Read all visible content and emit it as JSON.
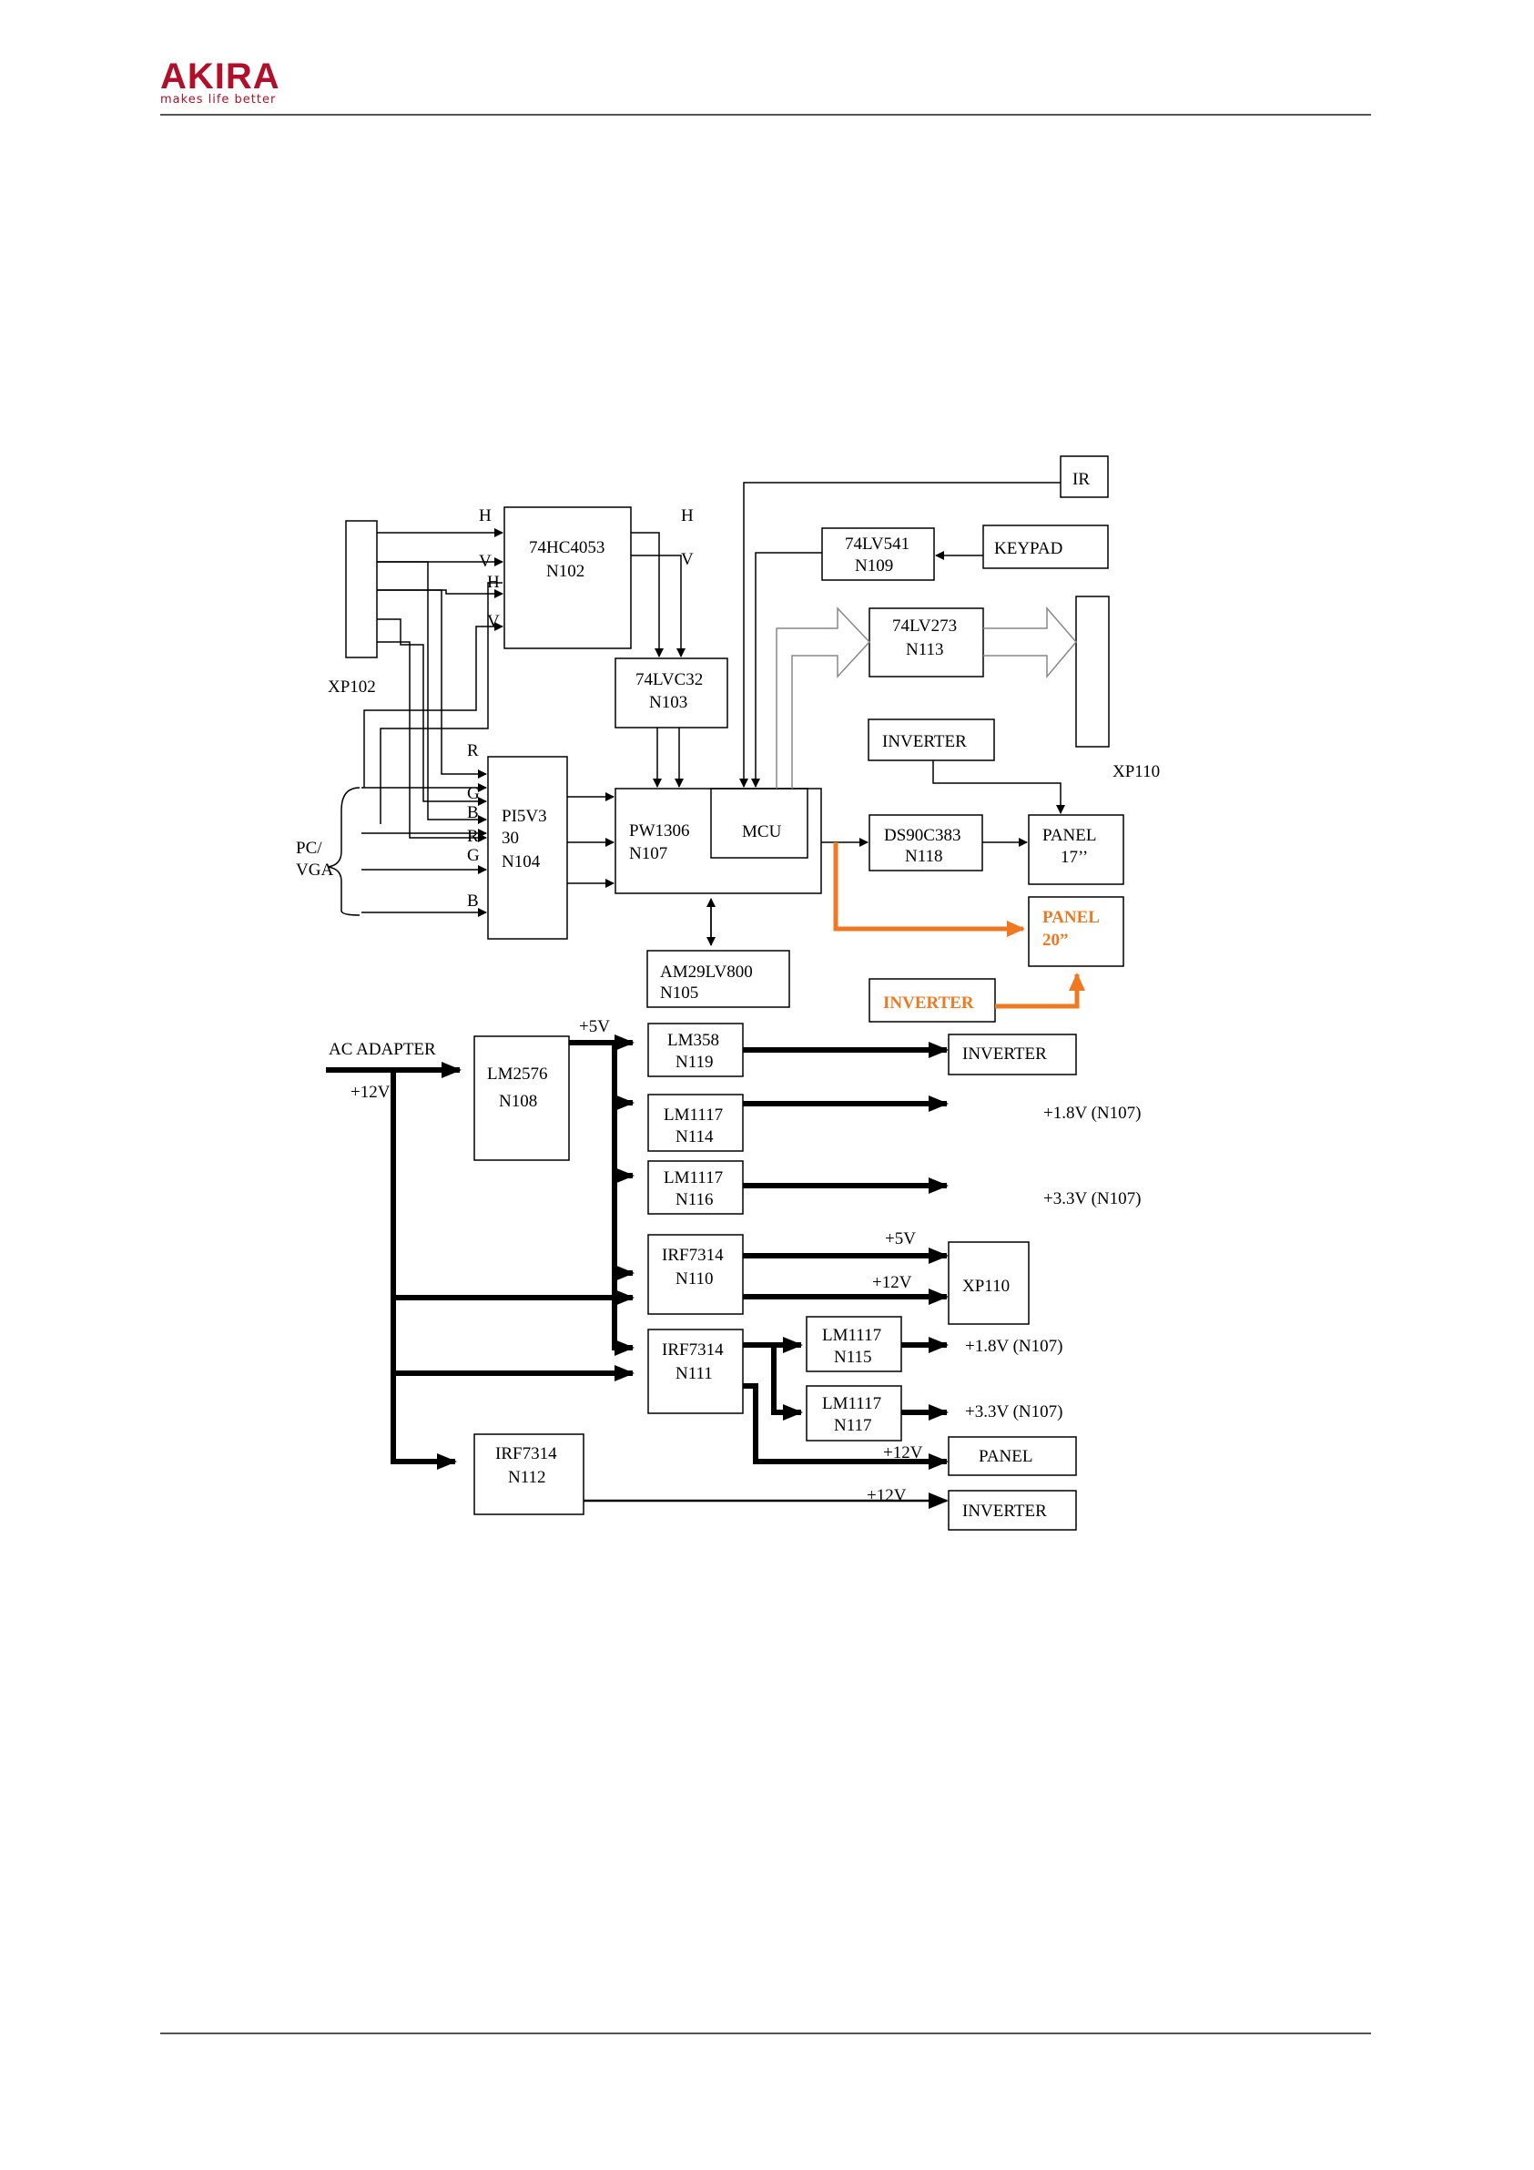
{
  "header": {
    "brand": "AKIRA",
    "tagline": "makes life better",
    "brand_color": "#b0102a"
  },
  "diagram": {
    "accent_color": "#f07820",
    "blocks": {
      "ir": "IR",
      "keypad": "KEYPAD",
      "n102_a": "74HC4053",
      "n102_b": "N102",
      "n109_a": "74LV541",
      "n109_b": "N109",
      "n113_a": "74LV273",
      "n113_b": "N113",
      "n103_a": "74LVC32",
      "n103_b": "N103",
      "inverter_top": "INVERTER",
      "n104_a": "PI5V3",
      "n104_b": "30",
      "n104_c": "N104",
      "n107_a": "PW1306",
      "n107_b": "N107",
      "mcu": "MCU",
      "n118_a": "DS90C383",
      "n118_b": "N118",
      "panel17_a": "PANEL",
      "panel17_b": "17’’",
      "panel20_a": "PANEL",
      "panel20_b": "20”",
      "inverter_orange": "INVERTER",
      "n105_a": "AM29LV800",
      "n105_b": "N105",
      "n108_a": "LM2576",
      "n108_b": "N108",
      "n119_a": "LM358",
      "n119_b": "N119",
      "n114_a": "LM1117",
      "n114_b": "N114",
      "n116_a": "LM1117",
      "n116_b": "N116",
      "n110_a": "IRF7314",
      "n110_b": "N110",
      "n111_a": "IRF7314",
      "n111_b": "N111",
      "n115_a": "LM1117",
      "n115_b": "N115",
      "n117_a": "LM1117",
      "n117_b": "N117",
      "n112_a": "IRF7314",
      "n112_b": "N112",
      "inverter_1": "INVERTER",
      "xp110_box": "XP110",
      "panel_bottom": "PANEL",
      "inverter_2": "INVERTER"
    },
    "labels": {
      "xp102": "XP102",
      "xp110": "XP110",
      "pc": "PC/",
      "vga": "VGA",
      "h1": "H",
      "v1": "V",
      "h2": "H",
      "v2": "V",
      "h_out": "H",
      "v_out": "V",
      "r": "R",
      "g": "G",
      "b": "B",
      "r2": "R",
      "g2": "G",
      "b2": "B",
      "ac_adapter": "AC ADAPTER",
      "p12v_in": "+12V",
      "p5v_top": "+5V",
      "v18_n107": "+1.8V  (N107)",
      "v33_n107": "+3.3V  (N107)",
      "p5v_xp": "+5V",
      "p12v_xp": "+12V",
      "v18_n115": "+1.8V (N107)",
      "v33_n117": "+3.3V (N107)",
      "p12v_panel": "+12V",
      "p12v_inv": "+12V"
    }
  }
}
